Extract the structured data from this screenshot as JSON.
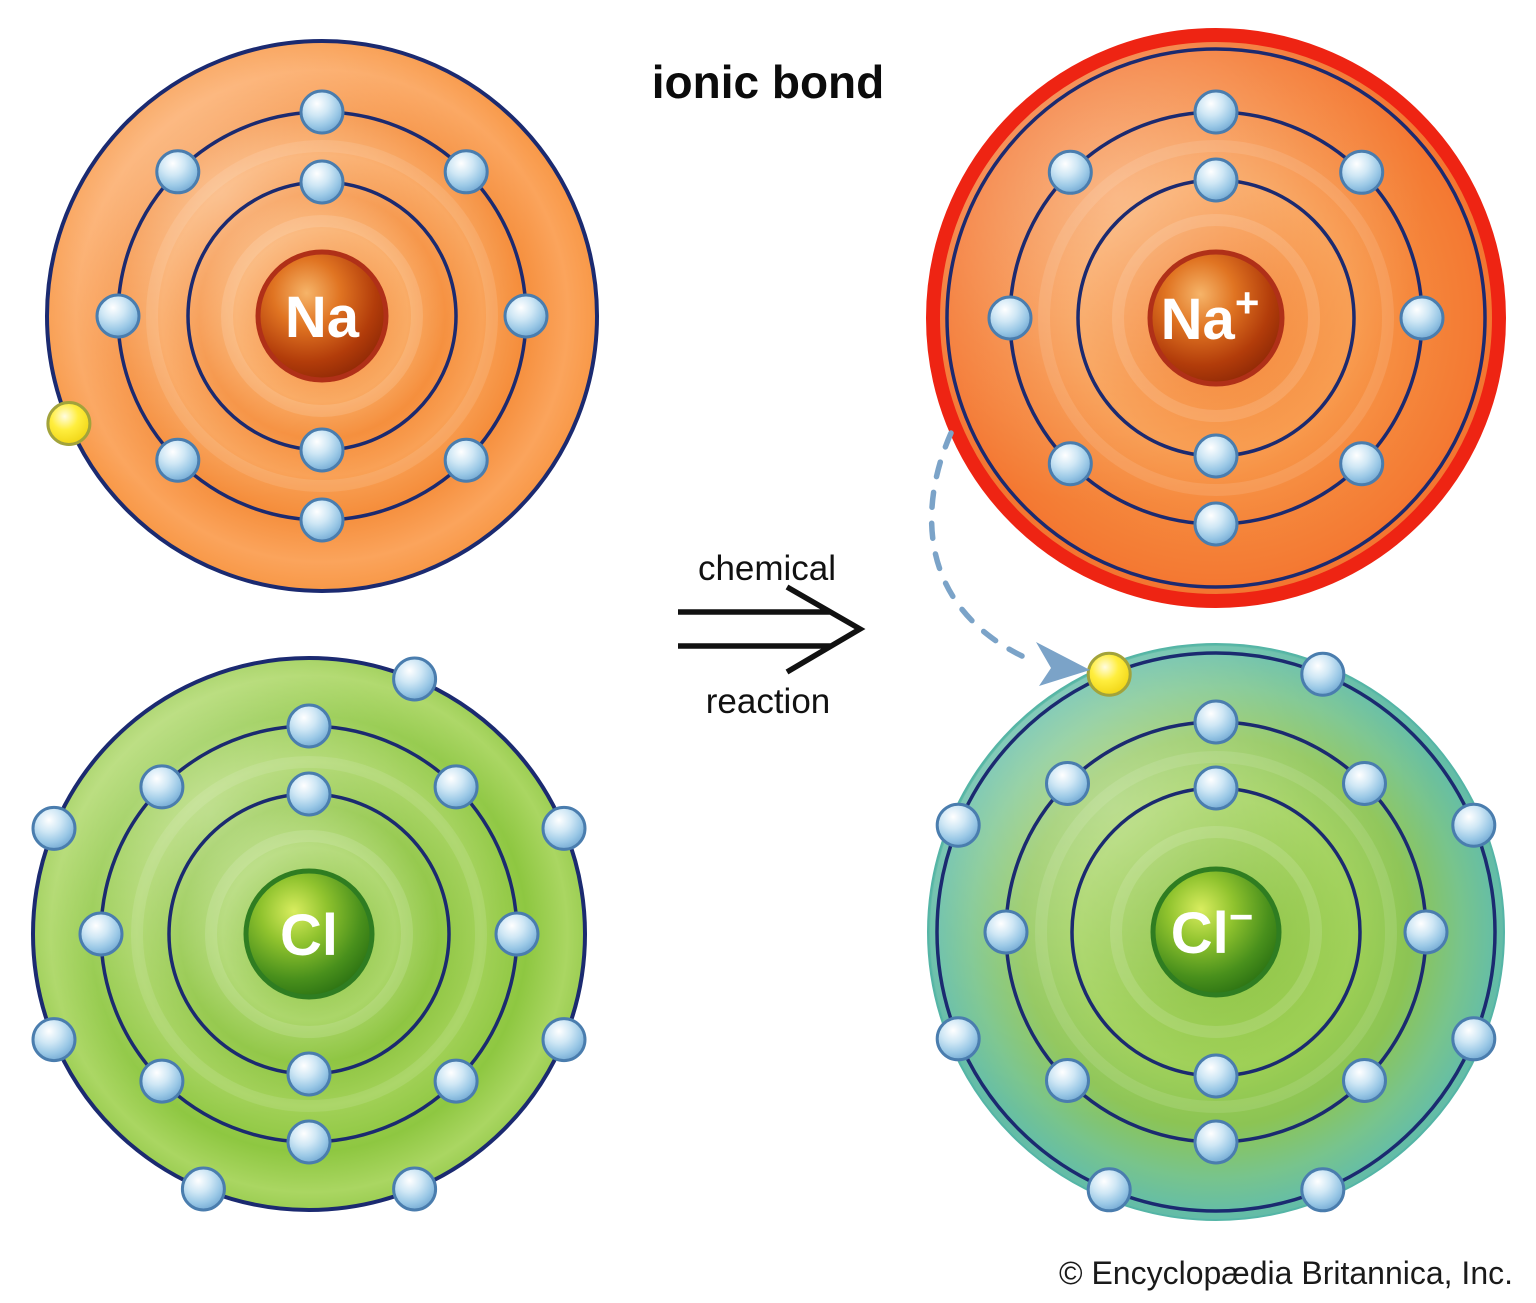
{
  "title": "ionic bond",
  "reaction": {
    "label_top": "chemical",
    "label_bottom": "reaction"
  },
  "copyright": "© Encyclopædia Britannica, Inc.",
  "atoms": {
    "na": {
      "name": "sodium atom",
      "symbol": "Na",
      "charge": "",
      "shells": [
        {
          "electrons": 2,
          "angles": [
            90,
            -90
          ]
        },
        {
          "electrons": 8,
          "angles": [
            90,
            45,
            0,
            -45,
            -90,
            -135,
            180,
            135
          ]
        },
        {
          "electrons": 1,
          "angles": [
            -157
          ],
          "yellow_angles": [
            -157
          ]
        }
      ]
    },
    "cl": {
      "name": "chlorine atom",
      "symbol": "Cl",
      "charge": "",
      "shells": [
        {
          "electrons": 2,
          "angles": [
            90,
            -90
          ]
        },
        {
          "electrons": 8,
          "angles": [
            90,
            45,
            0,
            -45,
            -90,
            -135,
            180,
            135
          ]
        },
        {
          "electrons": 7,
          "angles": [
            67.5,
            22.5,
            -22.5,
            -67.5,
            -112.5,
            -157.5,
            157.5
          ]
        }
      ]
    },
    "na_ion": {
      "name": "sodium ion",
      "symbol": "Na",
      "charge": "+",
      "shells": [
        {
          "electrons": 2,
          "angles": [
            90,
            -90
          ]
        },
        {
          "electrons": 8,
          "angles": [
            90,
            45,
            0,
            -45,
            -90,
            -135,
            180,
            135
          ]
        }
      ]
    },
    "cl_ion": {
      "name": "chloride ion",
      "symbol": "Cl",
      "charge": "−",
      "shells": [
        {
          "electrons": 2,
          "angles": [
            90,
            -90
          ]
        },
        {
          "electrons": 8,
          "angles": [
            90,
            45,
            0,
            -45,
            -90,
            -135,
            180,
            135
          ]
        },
        {
          "electrons": 8,
          "angles": [
            112.5,
            67.5,
            22.5,
            -22.5,
            -67.5,
            -112.5,
            -157.5,
            157.5
          ],
          "yellow_angles": [
            112.5
          ]
        }
      ]
    }
  },
  "colors": {
    "shell_line": "#1b2a70",
    "electron_stroke": "#4a7dae",
    "valence_electron_fill": "#ffe93e",
    "valence_electron_stroke": "#a2a33b",
    "sodium_fill": "#f7963f",
    "sodium_ion_ring": "#ee2413",
    "chlorine_fill": "#8cc43e",
    "chloride_rim": "#5eb9ab",
    "transfer_arrow": "#7ba3c8",
    "nucleus_na": "#b23c0a",
    "nucleus_cl": "#2f7d21"
  }
}
